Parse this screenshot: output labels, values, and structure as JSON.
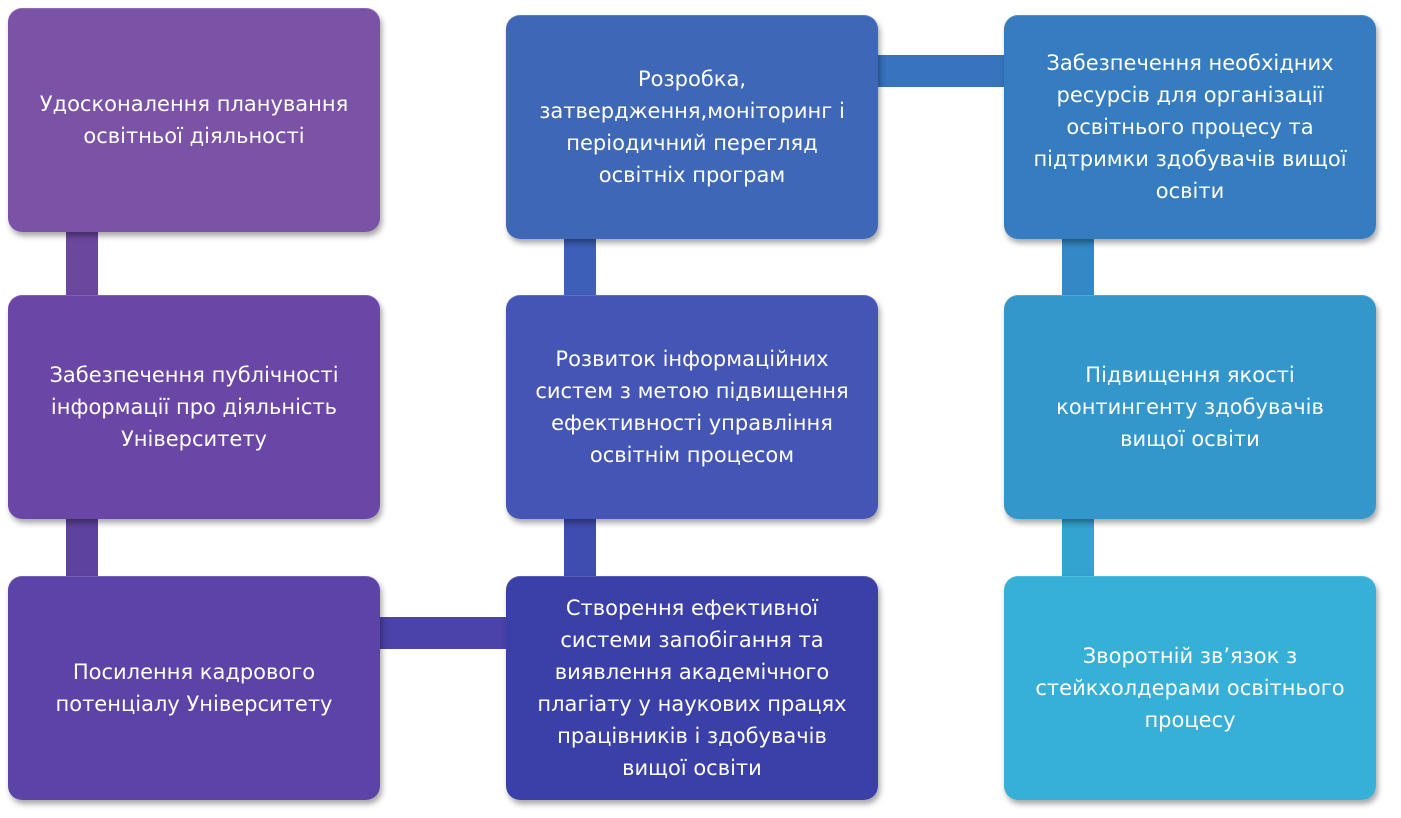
{
  "diagram": {
    "nodes": [
      {
        "id": "n1",
        "label": "Удосконалення планування\nосвітньої діяльності",
        "color": "#7a52a6"
      },
      {
        "id": "n2",
        "label": "Забезпечення публічності\nінформації про діяльність\nУніверситету",
        "color": "#6a46a6"
      },
      {
        "id": "n3",
        "label": "Посилення кадрового\nпотенціалу  Університету",
        "color": "#5b43a8"
      },
      {
        "id": "n4",
        "label": "Розробка,\nзатвердження,моніторинг і\nперіодичний перегляд\nосвітніх програм",
        "color": "#3e67b8"
      },
      {
        "id": "n5",
        "label": "Розвиток інформаційних\nсистем з метою підвищення\nефективності управління\nосвітнім процесом",
        "color": "#4455b5"
      },
      {
        "id": "n6",
        "label": "Створення ефективної\nсистеми запобігання та\nвиявлення академічного\nплагіату у наукових працях\nпрацівників і здобувачів\nвищої освіти",
        "color": "#3b40a8"
      },
      {
        "id": "n7",
        "label": "Забезпечення необхідних\nресурсів для організації\nосвітнього процесу та\nпідтримки здобувачів вищої\nосвіти",
        "color": "#357cc0"
      },
      {
        "id": "n8",
        "label": "Підвищення якості\nконтингенту здобувачів\nвищої освіти",
        "color": "#3497cc"
      },
      {
        "id": "n9",
        "label": "Зворотній зв’язок з\nстейкхолдерами освітнього\nпроцесу",
        "color": "#36b0d6"
      }
    ],
    "connectors": [
      {
        "from": "n1",
        "to": "n2",
        "color": "#6c479e"
      },
      {
        "from": "n2",
        "to": "n3",
        "color": "#5e42a0"
      },
      {
        "from": "n3",
        "to": "n6",
        "color": "#4a43a8"
      },
      {
        "from": "n6",
        "to": "n5",
        "color": "#3f4db0"
      },
      {
        "from": "n5",
        "to": "n4",
        "color": "#3d5fb8"
      },
      {
        "from": "n4",
        "to": "n7",
        "color": "#3773be"
      },
      {
        "from": "n7",
        "to": "n8",
        "color": "#3388c5"
      },
      {
        "from": "n8",
        "to": "n9",
        "color": "#33a3cf"
      }
    ]
  }
}
